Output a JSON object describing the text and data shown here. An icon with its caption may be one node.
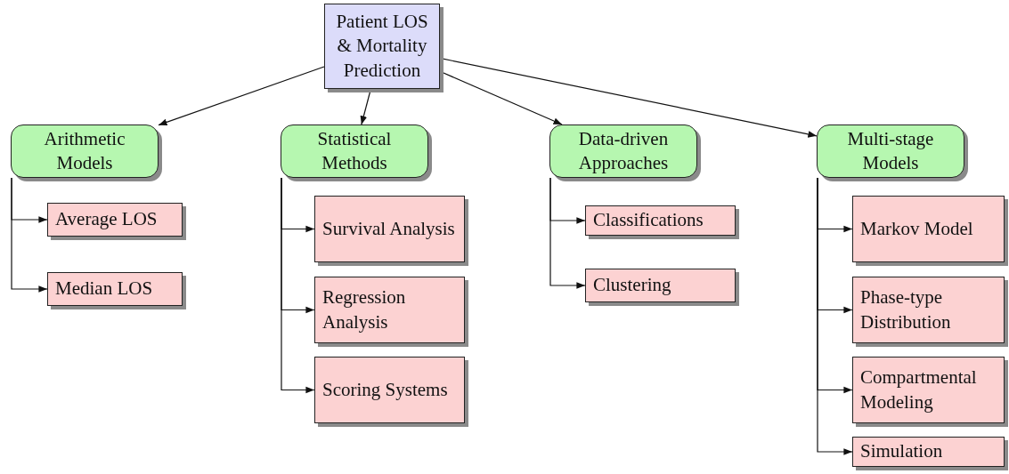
{
  "diagram": {
    "nodes": [
      {
        "text": [
          "Patient LOS & Mortality Prediction"
        ]
      },
      {
        "text": [
          "Arithmetic Models"
        ]
      },
      {
        "text": [
          "Average LOS"
        ]
      },
      {
        "text": [
          "Median LOS"
        ]
      },
      {
        "text": [
          "Statistical Methods"
        ]
      },
      {
        "text": [
          "Survival Analysis"
        ]
      },
      {
        "text": [
          "Regression Analysis"
        ]
      },
      {
        "text": [
          "Scoring Systems"
        ]
      },
      {
        "text": [
          "Data-driven Approaches"
        ]
      },
      {
        "text": [
          "Classifications"
        ]
      },
      {
        "text": [
          "Clustering"
        ]
      },
      {
        "text": [
          "Multi-stage Models"
        ]
      },
      {
        "text": [
          "Markov Model"
        ]
      },
      {
        "text": [
          "Phase-type Distribution"
        ]
      },
      {
        "text": [
          "Compartmental Modeling"
        ]
      },
      {
        "text": [
          "Simulation"
        ]
      }
    ],
    "edges": [
      {
        "from": 0,
        "to": 1,
        "arrow": "to"
      },
      {
        "from": 0,
        "to": 4,
        "arrow": "to"
      },
      {
        "from": 0,
        "to": 8,
        "arrow": "to"
      },
      {
        "from": 0,
        "to": 11,
        "arrow": "to"
      },
      {
        "from": 1,
        "to": 2,
        "arrow": "to"
      },
      {
        "from": 1,
        "to": 3,
        "arrow": "to"
      },
      {
        "from": 4,
        "to": 5,
        "arrow": "to"
      },
      {
        "from": 4,
        "to": 6,
        "arrow": "to"
      },
      {
        "from": 4,
        "to": 7,
        "arrow": "to"
      },
      {
        "from": 8,
        "to": 9,
        "arrow": "to"
      },
      {
        "from": 8,
        "to": 10,
        "arrow": "to"
      },
      {
        "from": 11,
        "to": 12,
        "arrow": "to"
      },
      {
        "from": 11,
        "to": 13,
        "arrow": "to"
      },
      {
        "from": 11,
        "to": 14,
        "arrow": "to"
      },
      {
        "from": 11,
        "to": 15,
        "arrow": "to"
      }
    ]
  }
}
